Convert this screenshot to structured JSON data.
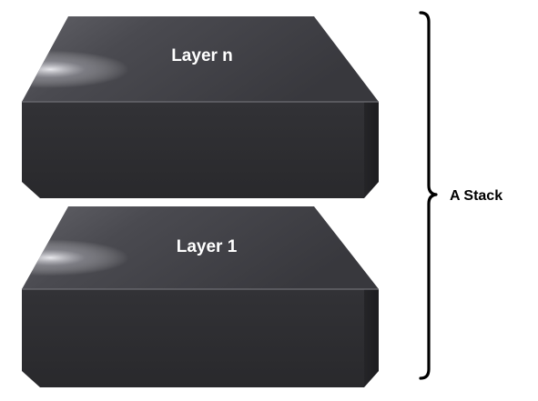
{
  "layers": [
    {
      "label": "Layer n"
    },
    {
      "label": "Layer 1"
    }
  ],
  "stack": {
    "label": "A Stack"
  },
  "colors": {
    "top_face_dark": "#2a2a2e",
    "top_face_light": "#5a5a60",
    "top_highlight": "#e6e6ec",
    "front_face": "#2b2b2e",
    "side_face": "#1e1e21",
    "edge": "#7a7a80",
    "bracket": "#000000"
  }
}
